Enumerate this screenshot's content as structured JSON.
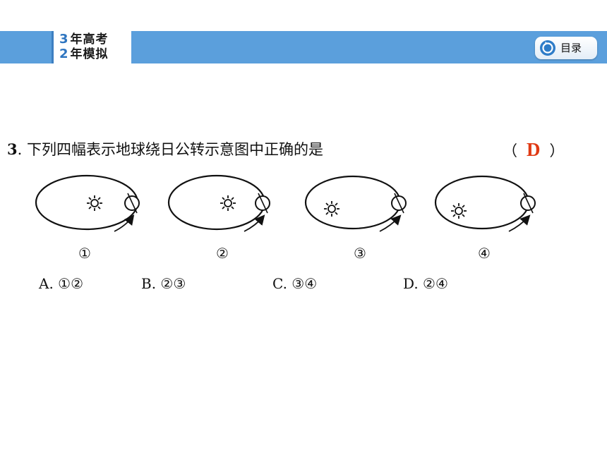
{
  "header": {
    "brand_line1_num": "3",
    "brand_line1_text": "年高考",
    "brand_line2_num": "2",
    "brand_line2_text": "年模拟",
    "toc_label": "目录",
    "colors": {
      "bar": "#5b9fdc",
      "brand_number": "#2e75c0",
      "toc_icon": "#2e7cc8"
    }
  },
  "question": {
    "number": "3",
    "text": ". 下列四幅表示地球绕日公转示意图中正确的是",
    "bracket_open": "（",
    "answer": "D",
    "bracket_close": "）",
    "answer_color": "#e03a14"
  },
  "figure": {
    "panel_labels": [
      "①",
      "②",
      "③",
      "④"
    ],
    "panels": [
      {
        "sun_position": "right of center"
      },
      {
        "sun_position": "right of center"
      },
      {
        "sun_position": "left of center"
      },
      {
        "sun_position": "left of center"
      }
    ]
  },
  "options": [
    {
      "letter": "A",
      "text": "A. ①②"
    },
    {
      "letter": "B",
      "text": "B. ②③"
    },
    {
      "letter": "C",
      "text": "C. ③④"
    },
    {
      "letter": "D",
      "text": "D. ②④"
    }
  ]
}
